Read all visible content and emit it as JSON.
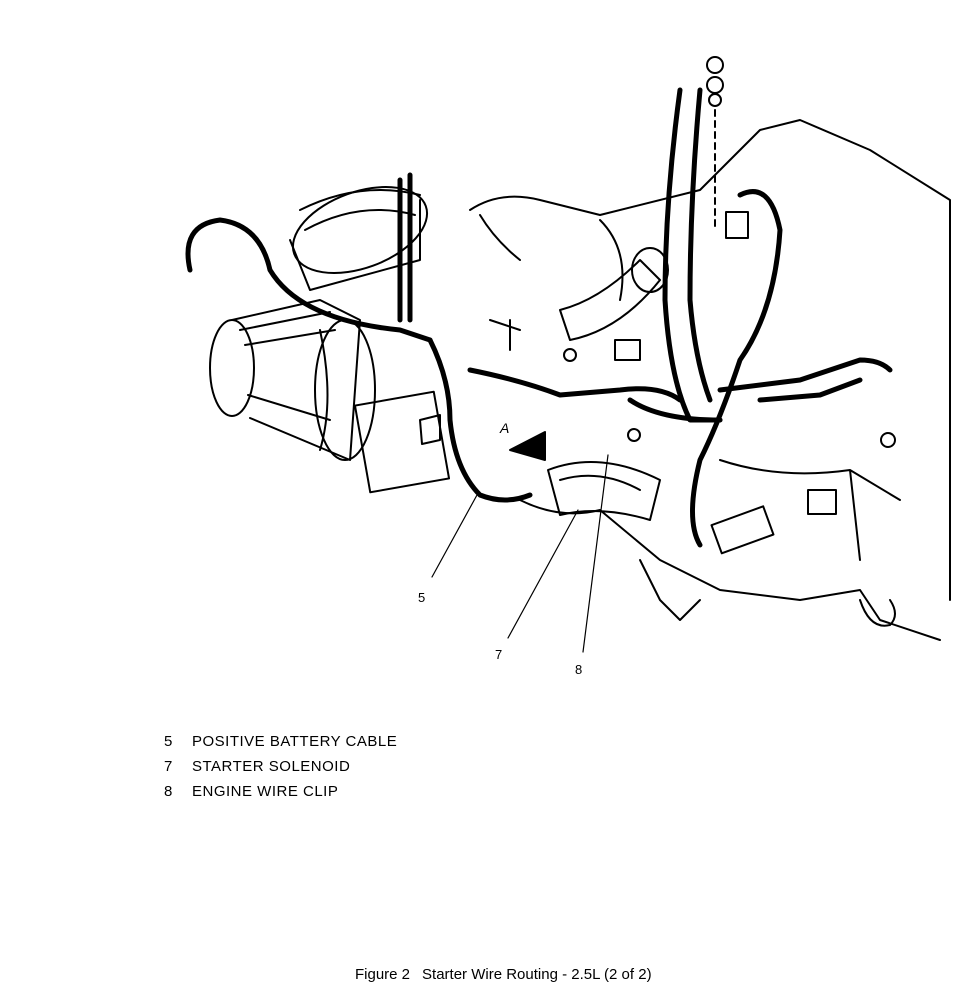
{
  "figure": {
    "view_letter": "A",
    "callouts": [
      {
        "id": "5",
        "text": "5"
      },
      {
        "id": "7",
        "text": "7"
      },
      {
        "id": "8",
        "text": "8"
      }
    ],
    "legend": [
      {
        "num": "5",
        "label": "POSITIVE BATTERY CABLE"
      },
      {
        "num": "7",
        "label": "STARTER SOLENOID"
      },
      {
        "num": "8",
        "label": "ENGINE WIRE CLIP"
      }
    ],
    "caption": {
      "number": "Figure 2",
      "title": "Starter Wire Routing - 2.5L (2 of 2)"
    }
  }
}
